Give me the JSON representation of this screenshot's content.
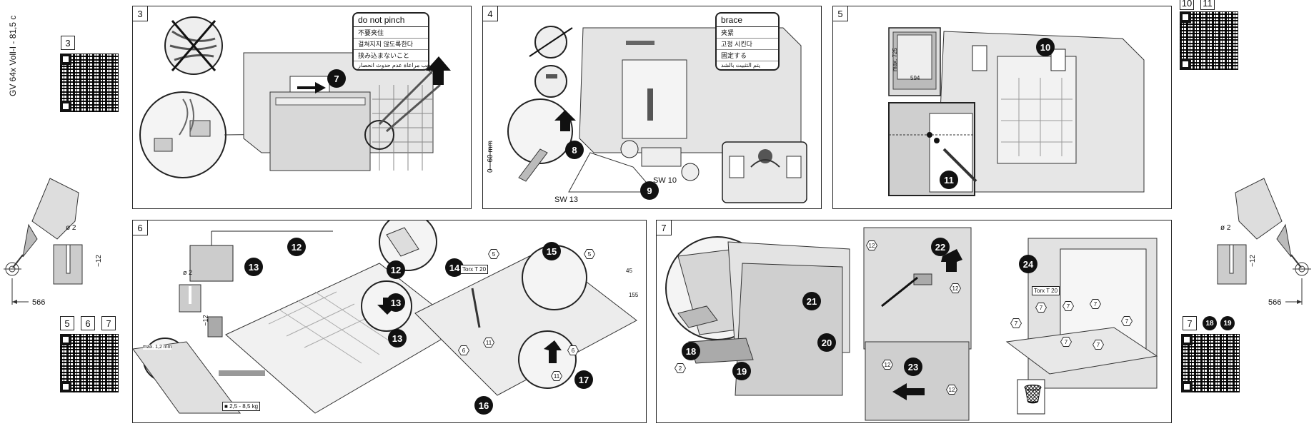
{
  "side_title": "GV 64x Voll-I - 81,5 c",
  "left_margin": {
    "top_box": "3",
    "bottom_boxes": [
      "5",
      "6",
      "7"
    ],
    "hole_diameter": "ø 2",
    "hole_depth": "~12",
    "distance": "566"
  },
  "right_margin": {
    "top_boxes": [
      "10",
      "11"
    ],
    "hole_diameter": "ø 2",
    "hole_depth": "~12",
    "distance": "566",
    "bottom_box": "7",
    "bottom_badges": [
      "18",
      "19"
    ]
  },
  "panel3": {
    "number": "3",
    "step": "7",
    "callout_title": "do not pinch",
    "callout_lines": [
      "不要夹住",
      "걸쳐지지 않도록한다",
      "挟み込まないこと",
      "يجب مراعاة عدم حدوث انحصار"
    ]
  },
  "panel4": {
    "number": "4",
    "steps": [
      "8",
      "9"
    ],
    "callout_title": "brace",
    "callout_lines": [
      "夹紧",
      "고정 시킨다",
      "固定する",
      "يتم التثبيت بالشد"
    ],
    "height_range": "0 - 60 mm",
    "wrench_1": "SW 13",
    "wrench_2": "SW 10"
  },
  "panel5": {
    "number": "5",
    "steps": [
      "10",
      "11"
    ],
    "dim_height": "max. 725",
    "dim_width": "594"
  },
  "panel6": {
    "number": "6",
    "steps": [
      "12",
      "13",
      "12",
      "13",
      "13",
      "14",
      "15",
      "16",
      "17"
    ],
    "hole_diameter": "ø 2",
    "hole_depth": "~12",
    "thickness": "max. 1,2 mm",
    "weight": "2,5 - 8,5 kg",
    "tool": "Torx T 20",
    "dim_a": "45",
    "dim_b": "155",
    "hex_labels": [
      "5",
      "5",
      "6",
      "11",
      "6",
      "11"
    ]
  },
  "panel7": {
    "number": "7",
    "steps": [
      "18",
      "19",
      "20",
      "21",
      "22",
      "23",
      "24"
    ],
    "tool": "Torx T 20",
    "hex_labels": [
      "2",
      "12",
      "12",
      "12",
      "12",
      "7",
      "7",
      "7",
      "7",
      "7",
      "7",
      "7"
    ]
  }
}
